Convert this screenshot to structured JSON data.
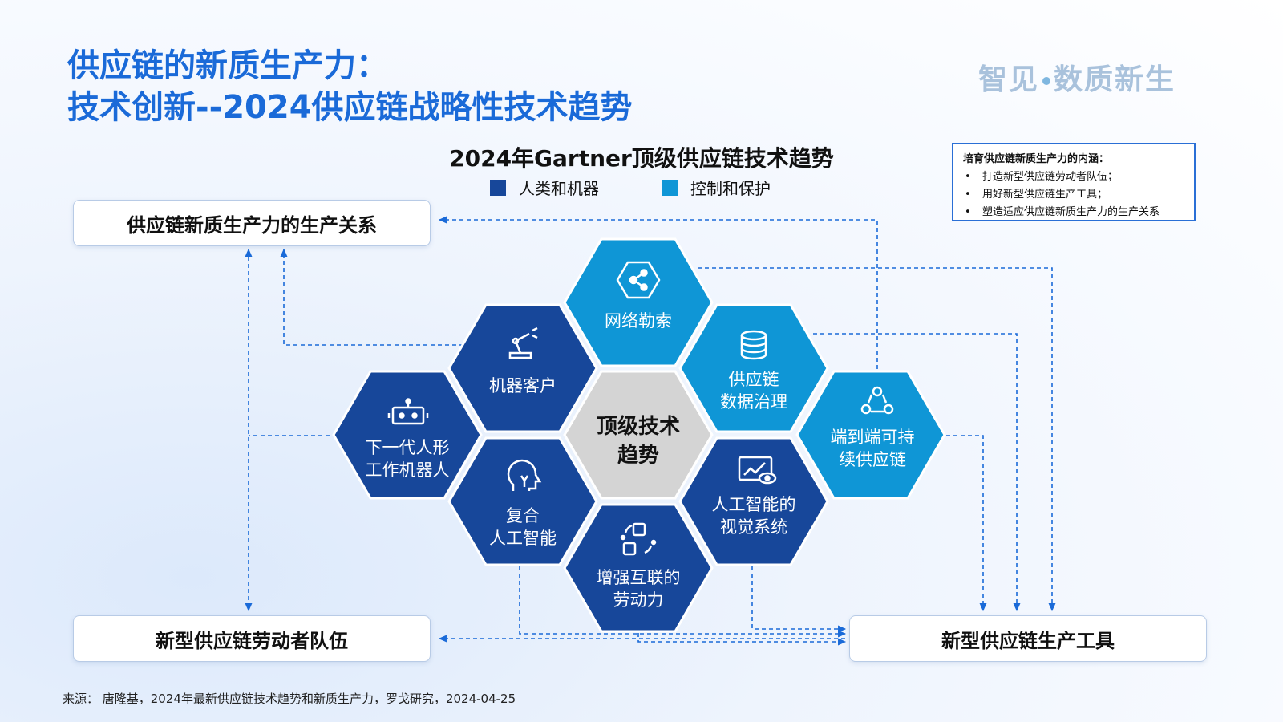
{
  "header": {
    "title_line1": "供应链的新质生产力：",
    "title_line2": "技术创新--2024供应链战略性技术趋势",
    "brand_left": "智见",
    "brand_right": "数质新生"
  },
  "chart": {
    "title": "2024年Gartner顶级供应链技术趋势",
    "legend": [
      {
        "label": "人类和机器",
        "color": "#17479a"
      },
      {
        "label": "控制和保护",
        "color": "#0f96d6"
      }
    ]
  },
  "note": {
    "heading": "培育供应链新质生产力的内涵：",
    "items": [
      "打造新型供应链劳动者队伍；",
      "用好新型供应链生产工具；",
      "塑造适应供应链新质生产力的生产关系"
    ]
  },
  "boxes": {
    "relations": "供应链新质生产力的生产关系",
    "workforce": "新型供应链劳动者队伍",
    "tools": "新型供应链生产工具"
  },
  "hexes": {
    "center_line1": "顶级技术",
    "center_line2": "趋势",
    "ransomware": "网络勒索",
    "machine_customers_l1": "机器客户",
    "data_gov_l1": "供应链",
    "data_gov_l2": "数据治理",
    "humanoid_l1": "下一代人形",
    "humanoid_l2": "工作机器人",
    "e2e_l1": "端到端可持",
    "e2e_l2": "续供应链",
    "composite_l1": "复合",
    "composite_l2": "人工智能",
    "vision_l1": "人工智能的",
    "vision_l2": "视觉系统",
    "workforce_l1": "增强互联的",
    "workforce_l2": "劳动力"
  },
  "colors": {
    "dark": "#17479a",
    "light": "#0f96d6",
    "center": "#d4d4d4",
    "accent": "#1a6ad8"
  },
  "source": "来源：  唐隆基，2024年最新供应链技术趋势和新质生产力，罗戈研究，2024-04-25"
}
